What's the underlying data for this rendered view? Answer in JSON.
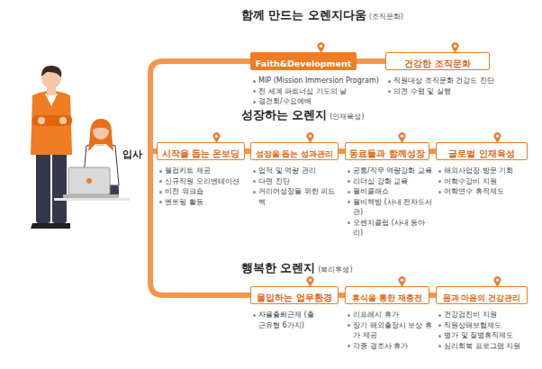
{
  "diagram": {
    "nodes": [
      {
        "text": [
          "Faith&Development"
        ]
      },
      {
        "text": [
          "건강한 조직문화"
        ]
      },
      {
        "text": [
          "시작을 돕는 온보딩"
        ]
      },
      {
        "text": [
          "성장을 돕는 성과관리"
        ]
      },
      {
        "text": [
          "동료들과 함께성장"
        ]
      },
      {
        "text": [
          "글로벌 인재육성"
        ]
      },
      {
        "text": [
          "몰입하는 업무환경"
        ]
      },
      {
        "text": [
          "휴식을 통한 재충전"
        ]
      },
      {
        "text": [
          "몸과 마음의 건강관리"
        ]
      }
    ],
    "edges": [
      {
        "from": 0,
        "to": 1,
        "arrow": "none"
      },
      {
        "from": 2,
        "to": 3,
        "arrow": "none"
      },
      {
        "from": 3,
        "to": 4,
        "arrow": "none"
      },
      {
        "from": 4,
        "to": 5,
        "arrow": "none"
      },
      {
        "from": 6,
        "to": 7,
        "arrow": "none"
      },
      {
        "from": 7,
        "to": 8,
        "arrow": "none"
      }
    ],
    "labels": [
      "함께 만드는 오렌지다움",
      "(조직문화)",
      "MIP (Mission Immersion Program)",
      "전 세계 파트너십 기도의 날",
      "경건회/수요예배",
      "직원대상 조직문화 건강도 진단",
      "의견 수렴 및 실행",
      "성장하는 오렌지",
      "(인재육성)",
      "입사",
      "웰컴키트 제공",
      "신규직원 오리엔테이션",
      "비전 워크숍",
      "멘토링 활동",
      "업적 및 역량 관리",
      "다면 진단",
      "커리어성장을 위한 피드백",
      "공통/직무 역량강화 교육",
      "리더십 강화 교육",
      "월비클래스",
      "월비책방 (사내 전자도서관)",
      "오렌지클럽 (사내 동아리)",
      "해외사업장 방문 기회",
      "어학수강비 지원",
      "어학연수 휴직제도",
      "행복한 오렌지",
      "(복리후생)",
      "자율출퇴근제 (출근유형 6가지)",
      "리프레시 휴가",
      "장기 해외출장시 보상 휴가 제공",
      "각종 경조사 휴가",
      "건강검진비 지원",
      "직원상해보험제도",
      "병가 및 질병휴직제도",
      "심리회복 프로그램 지원"
    ]
  }
}
